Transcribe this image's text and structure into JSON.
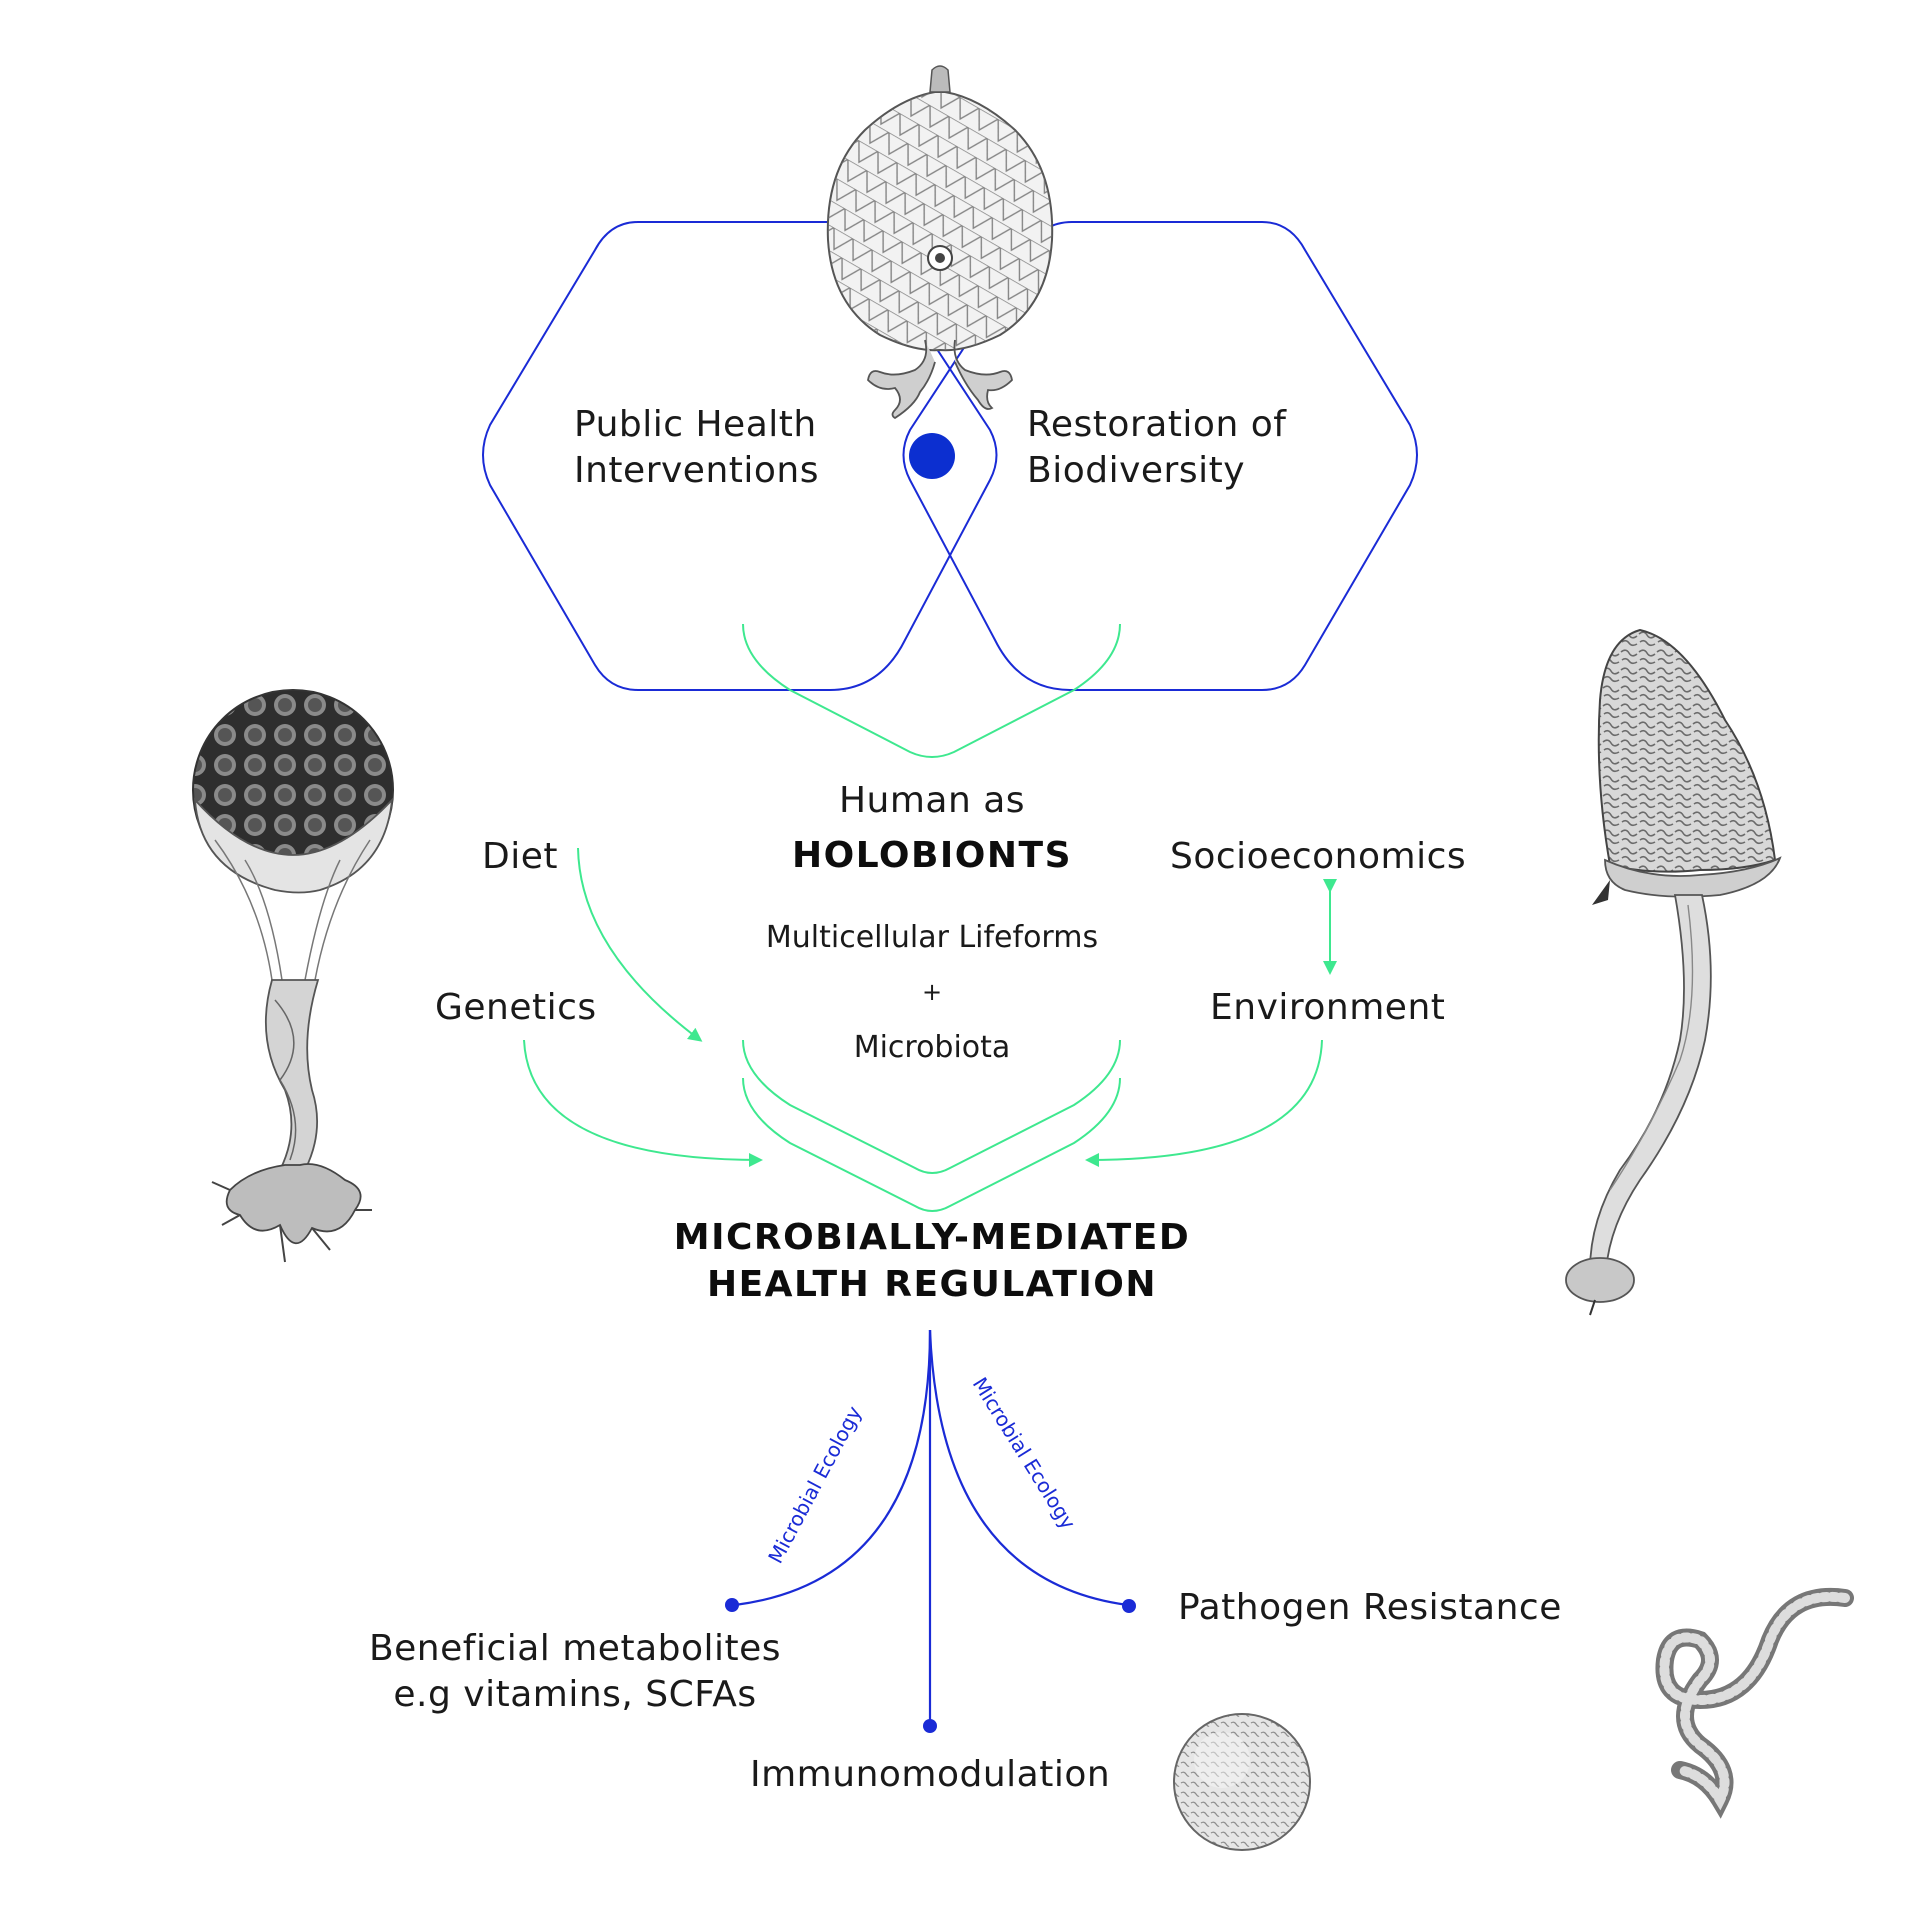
{
  "colors": {
    "blue": "#1a2bd6",
    "green": "#3ee88f",
    "dot_blue": "#0c2fd0",
    "text": "#1a1a1a",
    "illustration": "#555555"
  },
  "top": {
    "left_label_line1": "Public Health",
    "left_label_line2": "Interventions",
    "right_label_line1": "Restoration of",
    "right_label_line2": "Biodiversity"
  },
  "center": {
    "human_as": "Human as",
    "holobionts": "HOLOBIONTS",
    "multicellular": "Multicellular Lifeforms",
    "plus": "+",
    "microbiota": "Microbiota"
  },
  "factors": {
    "diet": "Diet",
    "genetics": "Genetics",
    "socioeconomics": "Socioeconomics",
    "environment": "Environment"
  },
  "regulation": {
    "line1": "MICROBIALLY-MEDIATED",
    "line2": "HEALTH REGULATION"
  },
  "branches": {
    "left_edge_label": "Microbial Ecology",
    "right_edge_label": "Microbial Ecology"
  },
  "outcomes": {
    "metabolites_line1": "Beneficial metabolites",
    "metabolites_line2": "e.g vitamins, SCFAs",
    "immunomodulation": "Immunomodulation",
    "pathogen": "Pathogen Resistance"
  },
  "illustrations": [
    "seed-pod-illustration",
    "mushroom-left-illustration",
    "mushroom-right-illustration",
    "spore-ball-illustration",
    "spiral-organism-illustration"
  ]
}
